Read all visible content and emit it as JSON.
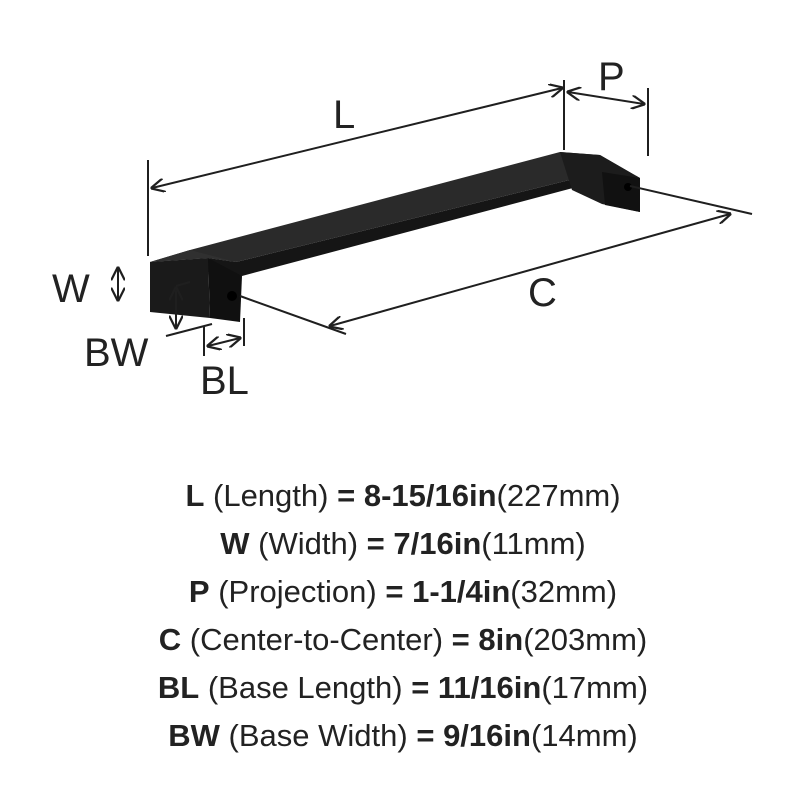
{
  "diagram": {
    "labels": {
      "L": "L",
      "P": "P",
      "W": "W",
      "C": "C",
      "BW": "BW",
      "BL": "BL"
    },
    "colors": {
      "product": "#1a1a1a",
      "line": "#1f1f1f",
      "text": "#222222"
    }
  },
  "specs": [
    {
      "code": "L",
      "name": "(Length)",
      "eq": "=",
      "imperial": "8-15/16in",
      "metric": "(227mm)"
    },
    {
      "code": "W",
      "name": "(Width)",
      "eq": "=",
      "imperial": "7/16in",
      "metric": "(11mm)"
    },
    {
      "code": "P",
      "name": "(Projection)",
      "eq": "=",
      "imperial": "1-1/4in",
      "metric": "(32mm)"
    },
    {
      "code": "C",
      "name": "(Center-to-Center)",
      "eq": "=",
      "imperial": "8in",
      "metric": "(203mm)"
    },
    {
      "code": "BL",
      "name": "(Base Length)",
      "eq": "=",
      "imperial": "11/16in",
      "metric": "(17mm)"
    },
    {
      "code": "BW",
      "name": "(Base Width)",
      "eq": "=",
      "imperial": "9/16in",
      "metric": "(14mm)"
    }
  ]
}
